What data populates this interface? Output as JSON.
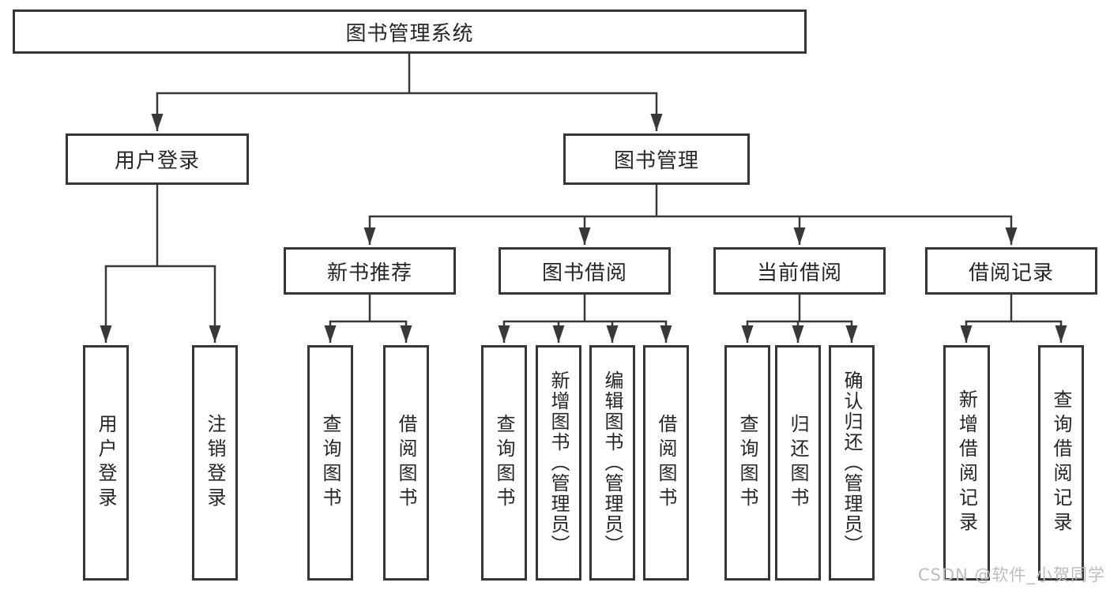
{
  "diagram_title": "图书管理系统",
  "tree": {
    "root": {
      "label": "图书管理系统"
    },
    "children": [
      {
        "label": "用户登录",
        "children": [
          {
            "label": "用户登录"
          },
          {
            "label": "注销登录"
          }
        ]
      },
      {
        "label": "图书管理",
        "children": [
          {
            "label": "新书推荐",
            "children": [
              {
                "label": "查询图书"
              },
              {
                "label": "借阅图书"
              }
            ]
          },
          {
            "label": "图书借阅",
            "children": [
              {
                "label": "查询图书"
              },
              {
                "label": "新增图书（管理员）"
              },
              {
                "label": "编辑图书（管理员）"
              },
              {
                "label": "借阅图书"
              }
            ]
          },
          {
            "label": "当前借阅",
            "children": [
              {
                "label": "查询图书"
              },
              {
                "label": "归还图书"
              },
              {
                "label": "确认归还（管理员）"
              }
            ]
          },
          {
            "label": "借阅记录",
            "children": [
              {
                "label": "新增借阅记录"
              },
              {
                "label": "查询借阅记录"
              }
            ]
          }
        ]
      }
    ]
  },
  "watermark": {
    "text": "CSDN @软件_小贺同学"
  },
  "colors": {
    "line": "#383838",
    "arrow_fill": "#383838",
    "box_border": "#363636",
    "box_fill": "#ffffff",
    "text": "#262626",
    "watermark": "#bdbdbd",
    "background": "#ffffff"
  }
}
